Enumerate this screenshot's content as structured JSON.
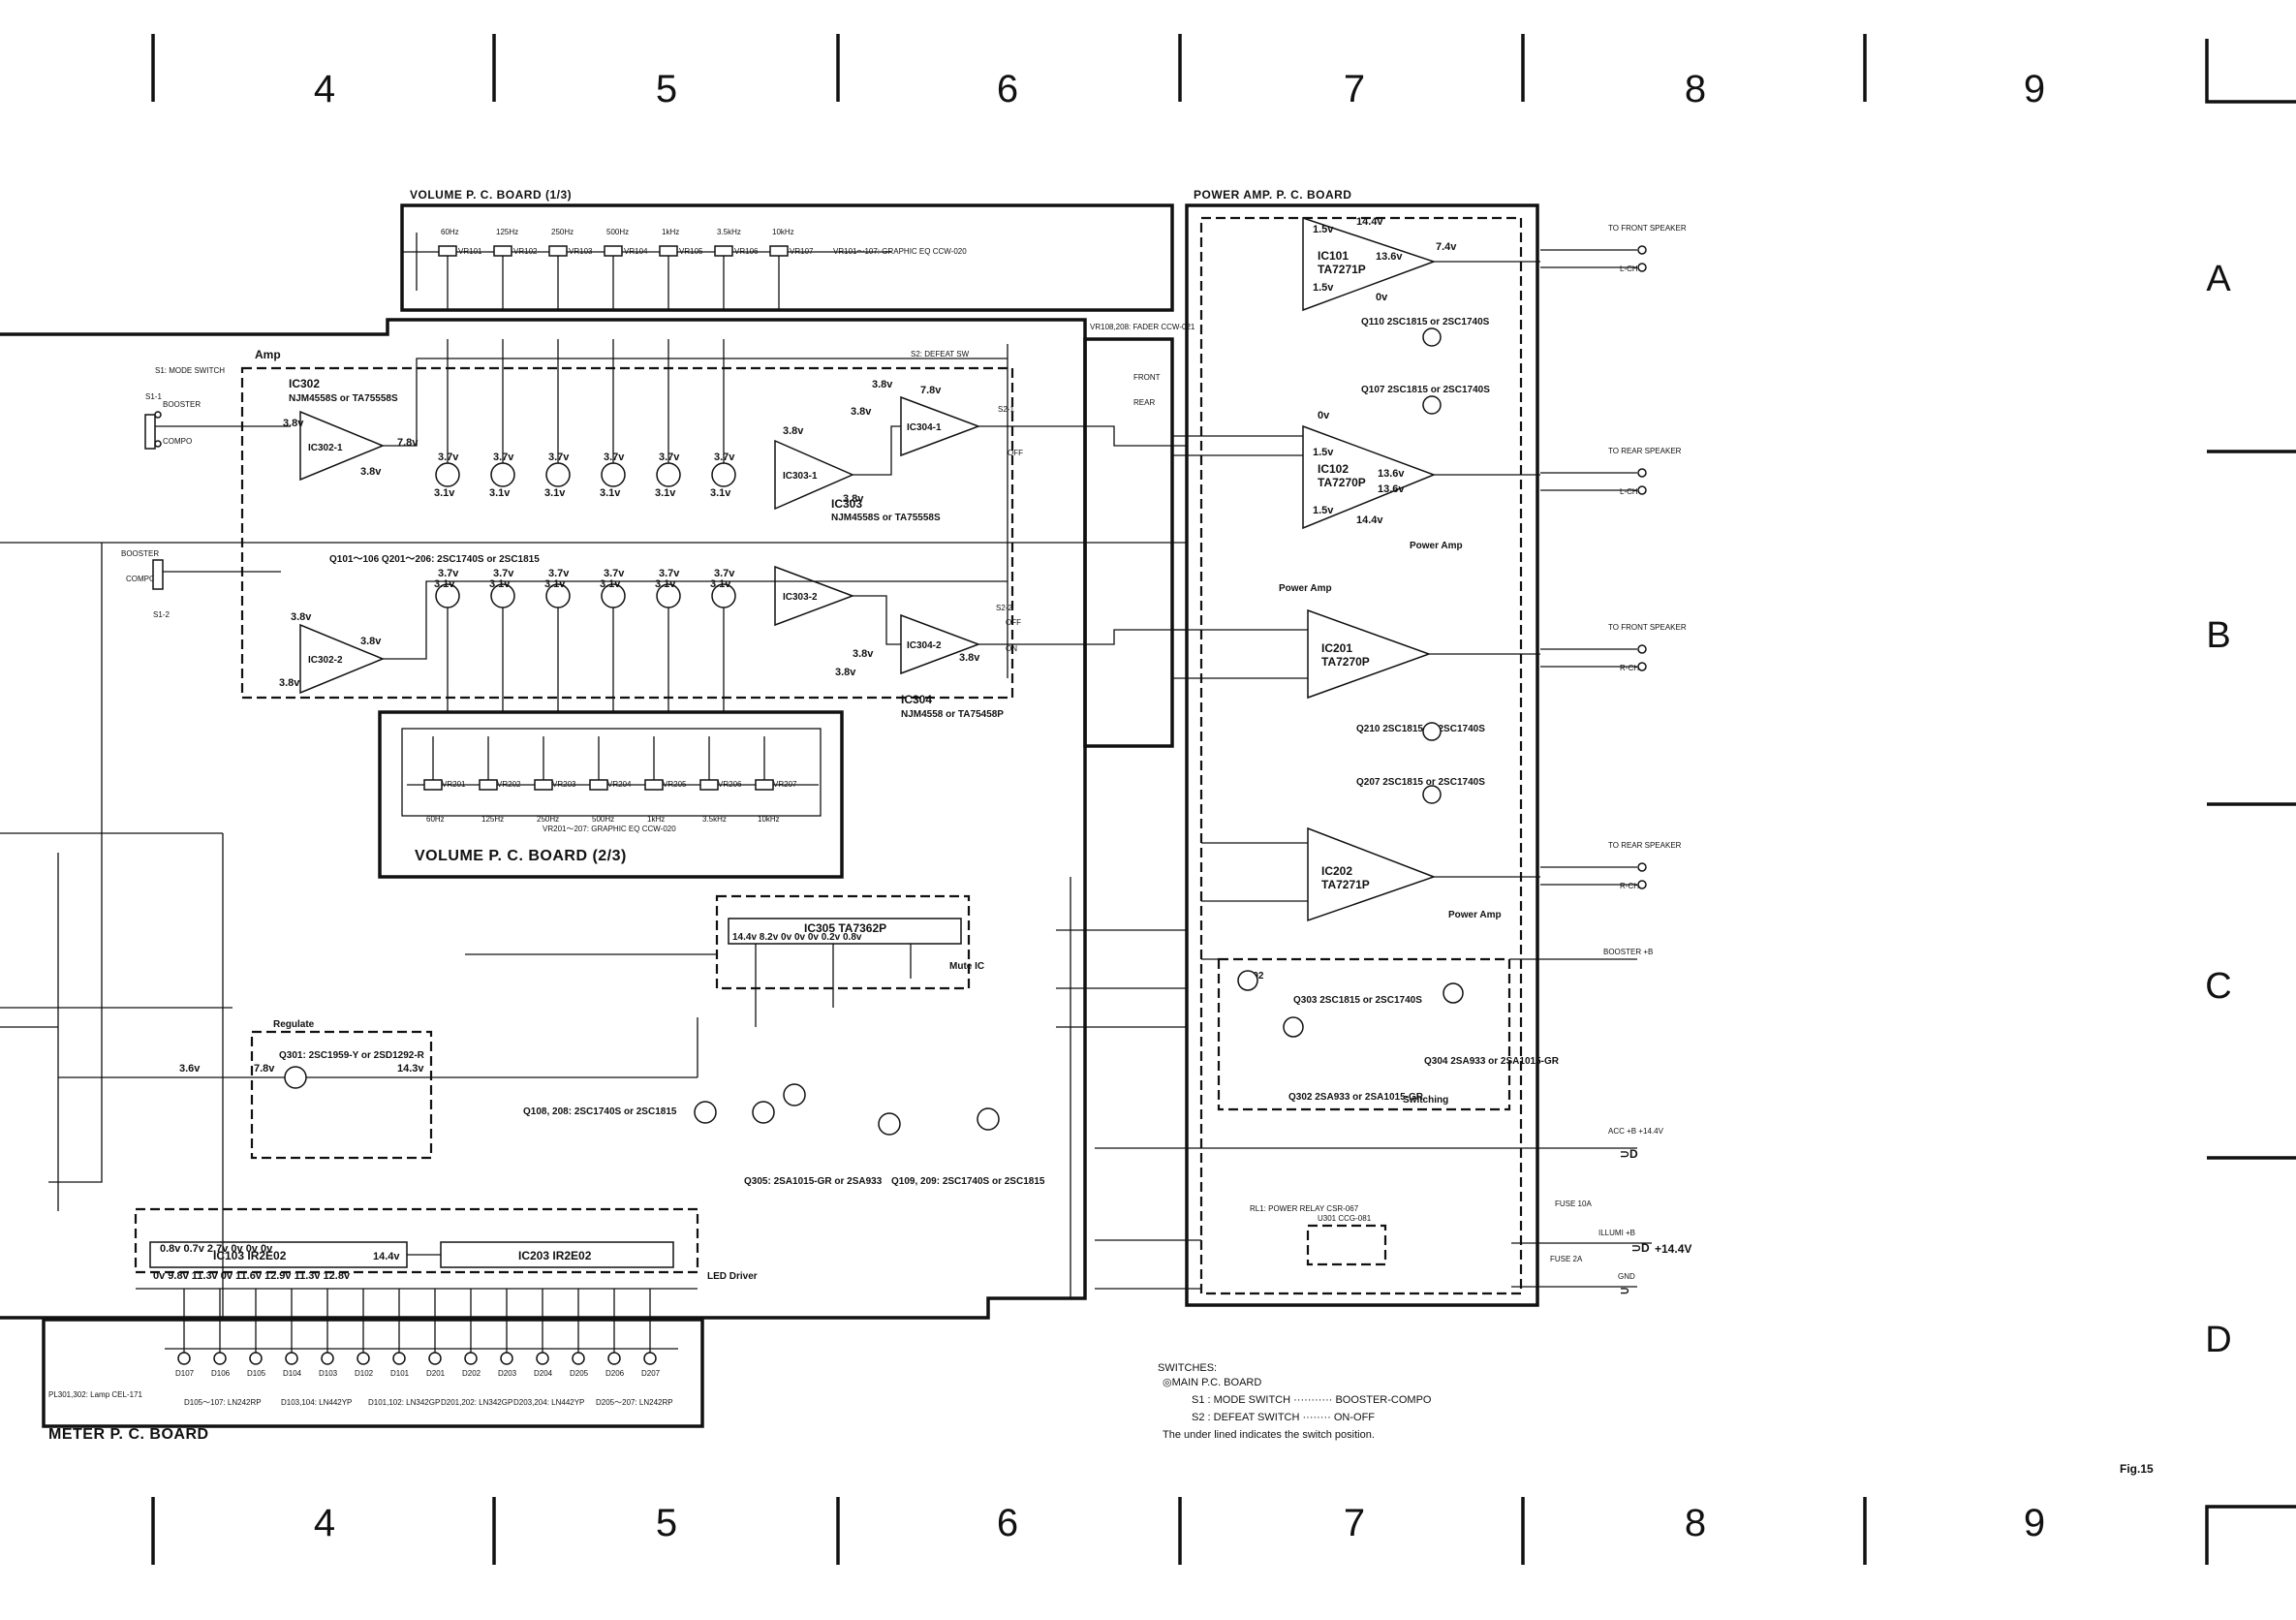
{
  "zone_labels": {
    "z4": "4",
    "z5": "5",
    "z6": "6",
    "z7": "7",
    "z8": "8",
    "z9": "9"
  },
  "row_labels": {
    "a": "A",
    "b": "B",
    "c": "C",
    "d": "D"
  },
  "figure_label": "Fig.15",
  "boards": {
    "volume_1": "VOLUME P. C. BOARD (1/3)",
    "volume_2": "VOLUME P. C. BOARD (2/3)",
    "power_amp": "POWER AMP. P. C. BOARD",
    "meter": "METER P. C. BOARD",
    "amp": "Amp"
  },
  "eq_freqs_top": [
    "60Hz",
    "125Hz",
    "250Hz",
    "500Hz",
    "1kHz",
    "3.5kHz",
    "10kHz"
  ],
  "eq_pots_top": [
    "VR101",
    "VR102",
    "VR103",
    "VR104",
    "VR105",
    "VR106",
    "VR107"
  ],
  "eq_pots_bottom": [
    "VR201",
    "VR202",
    "VR203",
    "VR204",
    "VR205",
    "VR206",
    "VR207"
  ],
  "eq_freqs_bottom": [
    "60Hz",
    "125Hz",
    "250Hz",
    "500Hz",
    "1kHz",
    "3.5kHz",
    "10kHz"
  ],
  "eq_note_top": "VR101～107: GRAPHIC EQ CCW-020",
  "eq_note_bottom": "VR201～207: GRAPHIC EQ CCW-020",
  "amp_section": {
    "ic302": "IC302",
    "ic302_type": "NJM4558S or TA75558S",
    "ic302_1": "IC302-1",
    "ic302_2": "IC302-2",
    "transistors": "Q101～106 Q201～206: 2SC1740S or 2SC1815",
    "ic303": "IC303",
    "ic303_type": "NJM4558S or TA75558S",
    "ic303_1": "IC303-1",
    "ic303_2": "IC303-2",
    "ic304_1": "IC304-1",
    "ic304_2": "IC304-2",
    "ic304": "IC304",
    "ic304_type": "NJM4558 or TA75458P",
    "v_3_8": "3.8v",
    "v_3_7": "3.7v",
    "v_3_1": "3.1v",
    "v_7_8": "7.8v"
  },
  "switch_labels": {
    "s1_title": "S1: MODE SWITCH",
    "s1_1": "S1-1",
    "s1_2": "S1-2",
    "booster": "BOOSTER",
    "compo": "COMPO",
    "s2_title": "S2: DEFEAT SW",
    "s2_1": "S2-1",
    "s2_2": "S2-2",
    "off": "OFF",
    "on": "ON",
    "fader": "VR108,208: FADER CCW-021",
    "front": "FRONT",
    "rear": "REAR"
  },
  "power_amp": {
    "ic101": "IC101",
    "ic101_type": "TA7271P",
    "ic102": "IC102",
    "ic102_type": "TA7270P",
    "ic201": "IC201",
    "ic201_type": "TA7270P",
    "ic202": "IC202",
    "ic202_type": "TA7271P",
    "q110": "Q110 2SC1815 or 2SC1740S",
    "q107": "Q107 2SC1815 or 2SC1740S",
    "q210": "Q210 2SC1815 or 2SC1740S",
    "q207": "Q207 2SC1815 or 2SC1740S",
    "v_14_4": "14.4v",
    "v_13_6": "13.6v",
    "v_7_4": "7.4v",
    "v_1_5": "1.5v",
    "v_0": "0v",
    "label_power_amp": "Power Amp"
  },
  "outputs": [
    {
      "text": "TO FRONT SPEAKER",
      "ch": "L-CH"
    },
    {
      "text": "TO REAR SPEAKER",
      "ch": "L-CH"
    },
    {
      "text": "TO FRONT SPEAKER",
      "ch": "R-CH"
    },
    {
      "text": "TO REAR SPEAKER",
      "ch": "R-CH"
    }
  ],
  "power_supply": {
    "booster": "BOOSTER +B",
    "acc": "ACC +B +14.4V",
    "illumi": "ILLUMI +B",
    "plus_14_4": "+14.4V",
    "gnd": "GND",
    "fuse_10a": "FUSE 10A",
    "fuse_2a": "FUSE 2A",
    "q302": "Q302",
    "q303": "Q303 2SC1815 or 2SC1740S",
    "q304": "Q304 2SA933 or 2SA1015-GR",
    "q302_type": "Q302 2SA933 or 2SA1015-GR",
    "switching": "Switching",
    "relay": "RL1: POWER RELAY CSR-067",
    "u301": "U301 CCG-081"
  },
  "mute": {
    "ic305": "IC305 TA7362P",
    "pins": "14.4v 8.2v 0v 0v 0v 0.2v 0.8v",
    "label": "Mute IC"
  },
  "regulator": {
    "label": "Regulate",
    "q301": "Q301: 2SC1959-Y or 2SD1292-R",
    "v_14_3": "14.3v",
    "v_7_8": "7.8v",
    "v_3_6": "3.6v"
  },
  "led_driver": {
    "ic103": "IC103 IR2E02",
    "ic203": "IC203 IR2E02",
    "label": "LED Driver",
    "volts_top": "0.8v 0.7v 2.7v 0v 0v 0v",
    "volts_mid": "0v 9.8v 11.3v 0v 11.6v 12.9v 11.3v 12.8v",
    "v_14_4": "14.4v",
    "q108": "Q108, 208: 2SC1740S or 2SC1815",
    "q305": "Q305: 2SA1015-GR or 2SA933",
    "q109": "Q109, 209: 2SC1740S or 2SC1815"
  },
  "meter_leds": [
    "D107",
    "D106",
    "D105",
    "D104",
    "D103",
    "D102",
    "D101",
    "D201",
    "D202",
    "D203",
    "D204",
    "D205",
    "D206",
    "D207"
  ],
  "meter_notes": {
    "lamp": "PL301,302: Lamp CEL-171",
    "n1": "D105～107: LN242RP",
    "n2": "D103,104: LN442YP",
    "n3": "D101,102: LN342GP",
    "n4": "D201,202: LN342GP",
    "n5": "D203,204: LN442YP",
    "n6": "D205～207: LN242RP"
  },
  "switches_note": {
    "title": "SWITCHES:",
    "board": "◎MAIN P.C. BOARD",
    "s1": "S1 : MODE SWITCH ··········· BOOSTER-COMPO",
    "s2": "S2 : DEFEAT SWITCH ········ ON-OFF",
    "footer": "The under lined indicates the switch position."
  }
}
